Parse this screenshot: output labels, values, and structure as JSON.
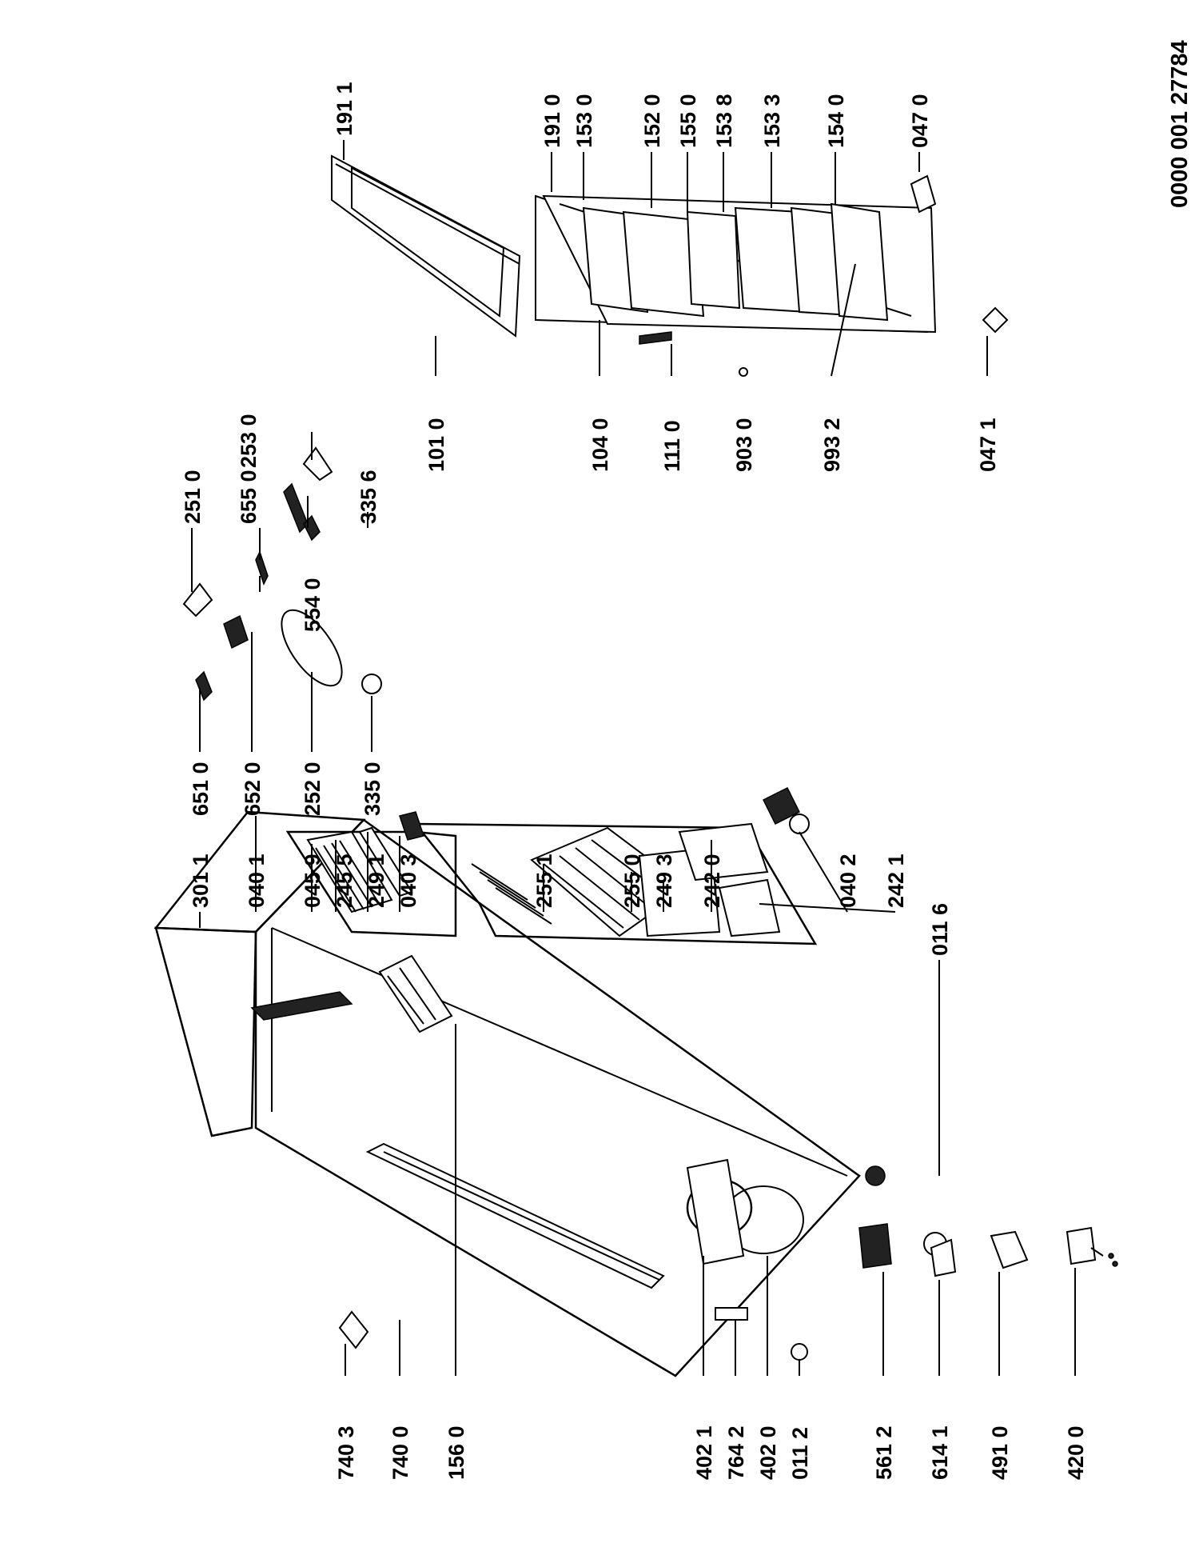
{
  "drawing_ref": "0000  001 27784",
  "callouts": {
    "p7403": "740 3",
    "p7400": "740 0",
    "p1560": "156 0",
    "p4021": "402 1",
    "p7642": "764 2",
    "p4020": "402 0",
    "p0112": "011 2",
    "p5612": "561 2",
    "p6141": "614 1",
    "p4910": "491 0",
    "p4200": "420 0",
    "p3011": "301 1",
    "p0401": "040 1",
    "p0459": "045 9",
    "p2455": "245 5",
    "p2491": "249 1",
    "p0403": "040 3",
    "p2551": "255 1",
    "p2550": "255 0",
    "p2493": "249 3",
    "p2420": "242 0",
    "p0402": "040 2",
    "p2421": "242 1",
    "p0116": "011 6",
    "p6510": "651 0",
    "p6520": "652 0",
    "p2520": "252 0",
    "p3350": "335 0",
    "p2510": "251 0",
    "p5540": "554 0",
    "p6550": "655 0",
    "p3356": "335 6",
    "p2530": "253 0",
    "p1011": "101 0",
    "p1911": "191 1",
    "p1040": "104 0",
    "p1110": "111 0",
    "p9030": "903 0",
    "p9932": "993 2",
    "p0471": "047 1",
    "p1910": "191 0",
    "p1530": "153 0",
    "p1520": "152 0",
    "p1550": "155 0",
    "p1538": "153 8",
    "p1533": "153 3",
    "p1540": "154 0",
    "p0470": "047 0"
  }
}
